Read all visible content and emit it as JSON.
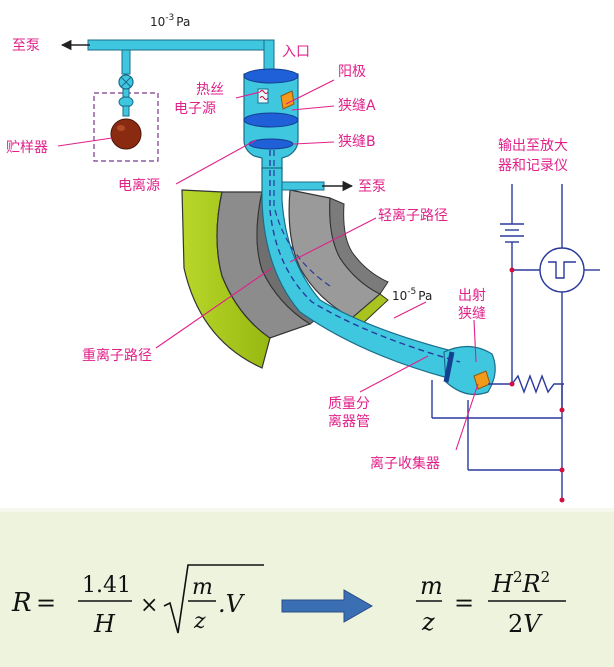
{
  "labels": {
    "to_pump_top": "至泵",
    "pressure_top": "10",
    "pressure_top_exp": "-3",
    "pressure_top_unit": "Pa",
    "inlet": "入口",
    "anode": "阳极",
    "hot_wire": "热丝",
    "electron_source": "电子源",
    "slit_a": "狭缝A",
    "slit_b": "狭缝B",
    "reservoir": "贮样器",
    "ion_source": "电离源",
    "to_pump_right": "至泵",
    "output_line1": "输出至放大",
    "output_line2": "器和记录仪",
    "light_ion_path": "轻离子路径",
    "heavy_ion_path": "重离子路径",
    "pressure_low": "10",
    "pressure_low_exp": "-5",
    "pressure_low_unit": "Pa",
    "exit_slit_1": "出射",
    "exit_slit_2": "狭缝",
    "analyzer_1": "质量分",
    "analyzer_2": "离器管",
    "collector": "离子收集器"
  },
  "formula": {
    "left": {
      "lhs": "R",
      "eq": "=",
      "num": "1.41",
      "den": "H",
      "times": "×",
      "root_num": "m",
      "root_den": "z",
      "root_tail": ".V"
    },
    "right": {
      "num_m": "m",
      "den_z": "z",
      "eq": "=",
      "num": "H",
      "num_exp": "2",
      "num2": "R",
      "num2_exp": "2",
      "den_coef": "2",
      "den_var": "V"
    }
  },
  "colors": {
    "tube": "#3fc7e0",
    "tube_edge": "#1a6d8a",
    "magnet_face": "#a8c81c",
    "magnet_gray": "#8c8c8c",
    "label": "#e0218a",
    "formula_bg": "#eef3dd",
    "arrow_blue": "#3a6fb3",
    "wire": "#2a3a9c",
    "anode_orange": "#f39a1a"
  }
}
